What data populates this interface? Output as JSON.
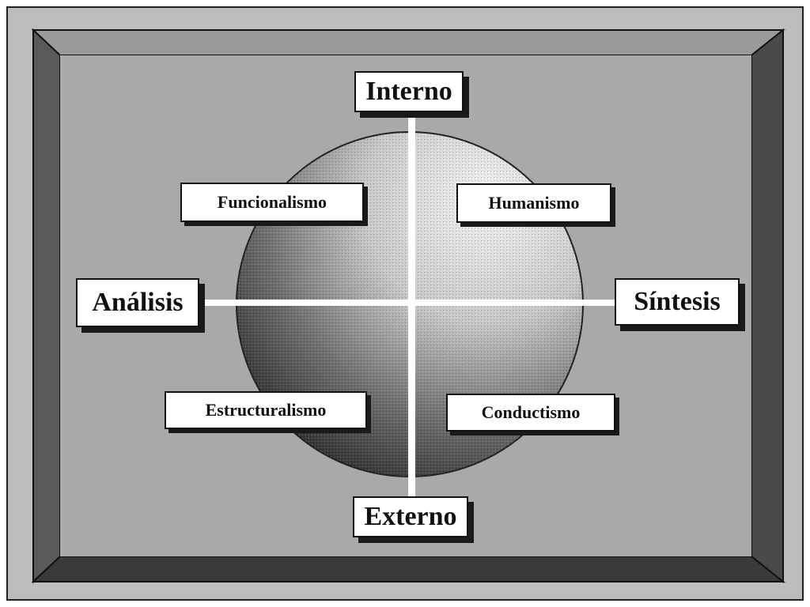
{
  "diagram": {
    "axes": {
      "top": "Interno",
      "bottom": "Externo",
      "left": "Análisis",
      "right": "Síntesis"
    },
    "quadrants": {
      "top_left": "Funcionalismo",
      "top_right": "Humanismo",
      "bottom_left": "Estructuralismo",
      "bottom_right": "Conductismo"
    }
  },
  "colors": {
    "frame": "#bdbdbd",
    "panel": "#a9a9a9",
    "bevel_dark": "#4a4a4a",
    "bevel_light": "#d8d8d8",
    "axis_line": "#ffffff",
    "label_bg": "#ffffff"
  }
}
